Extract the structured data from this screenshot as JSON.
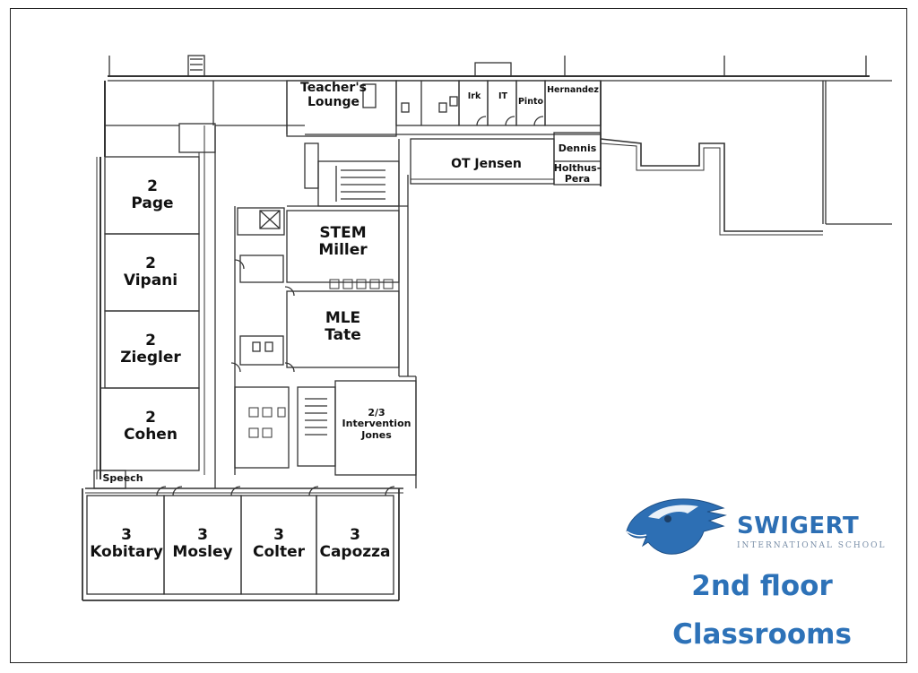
{
  "map": {
    "rooms": {
      "page": {
        "grade": "2",
        "teacher": "Page"
      },
      "vipani": {
        "grade": "2",
        "teacher": "Vipani"
      },
      "ziegler": {
        "grade": "2",
        "teacher": "Ziegler"
      },
      "cohen": {
        "grade": "2",
        "teacher": "Cohen"
      },
      "kobitary": {
        "grade": "3",
        "teacher": "Kobitary"
      },
      "mosley": {
        "grade": "3",
        "teacher": "Mosley"
      },
      "colter": {
        "grade": "3",
        "teacher": "Colter"
      },
      "capozza": {
        "grade": "3",
        "teacher": "Capozza"
      },
      "stem": {
        "line1": "STEM",
        "line2": "Miller"
      },
      "mle": {
        "line1": "MLE",
        "line2": "Tate"
      },
      "intervention": {
        "line1": "2/3",
        "line2": "Intervention",
        "line3": "Jones"
      },
      "teachers_lounge": {
        "line1": "Teacher's",
        "line2": "Lounge"
      },
      "ot": "OT Jensen",
      "irk": "Irk",
      "it": "IT",
      "pinto": "Pinto",
      "hernandez": "Hernandez",
      "dennis": "Dennis",
      "holthus": {
        "line1": "Holthus-",
        "line2": "Pera"
      },
      "speech": "Speech"
    }
  },
  "branding": {
    "school_name": "SWIGERT",
    "school_subtitle": "INTERNATIONAL SCHOOL",
    "logo_icon": "eagle-head-icon",
    "title_line1": "2nd floor",
    "title_line2": "Classrooms",
    "brand_color": "#2d72b8"
  }
}
